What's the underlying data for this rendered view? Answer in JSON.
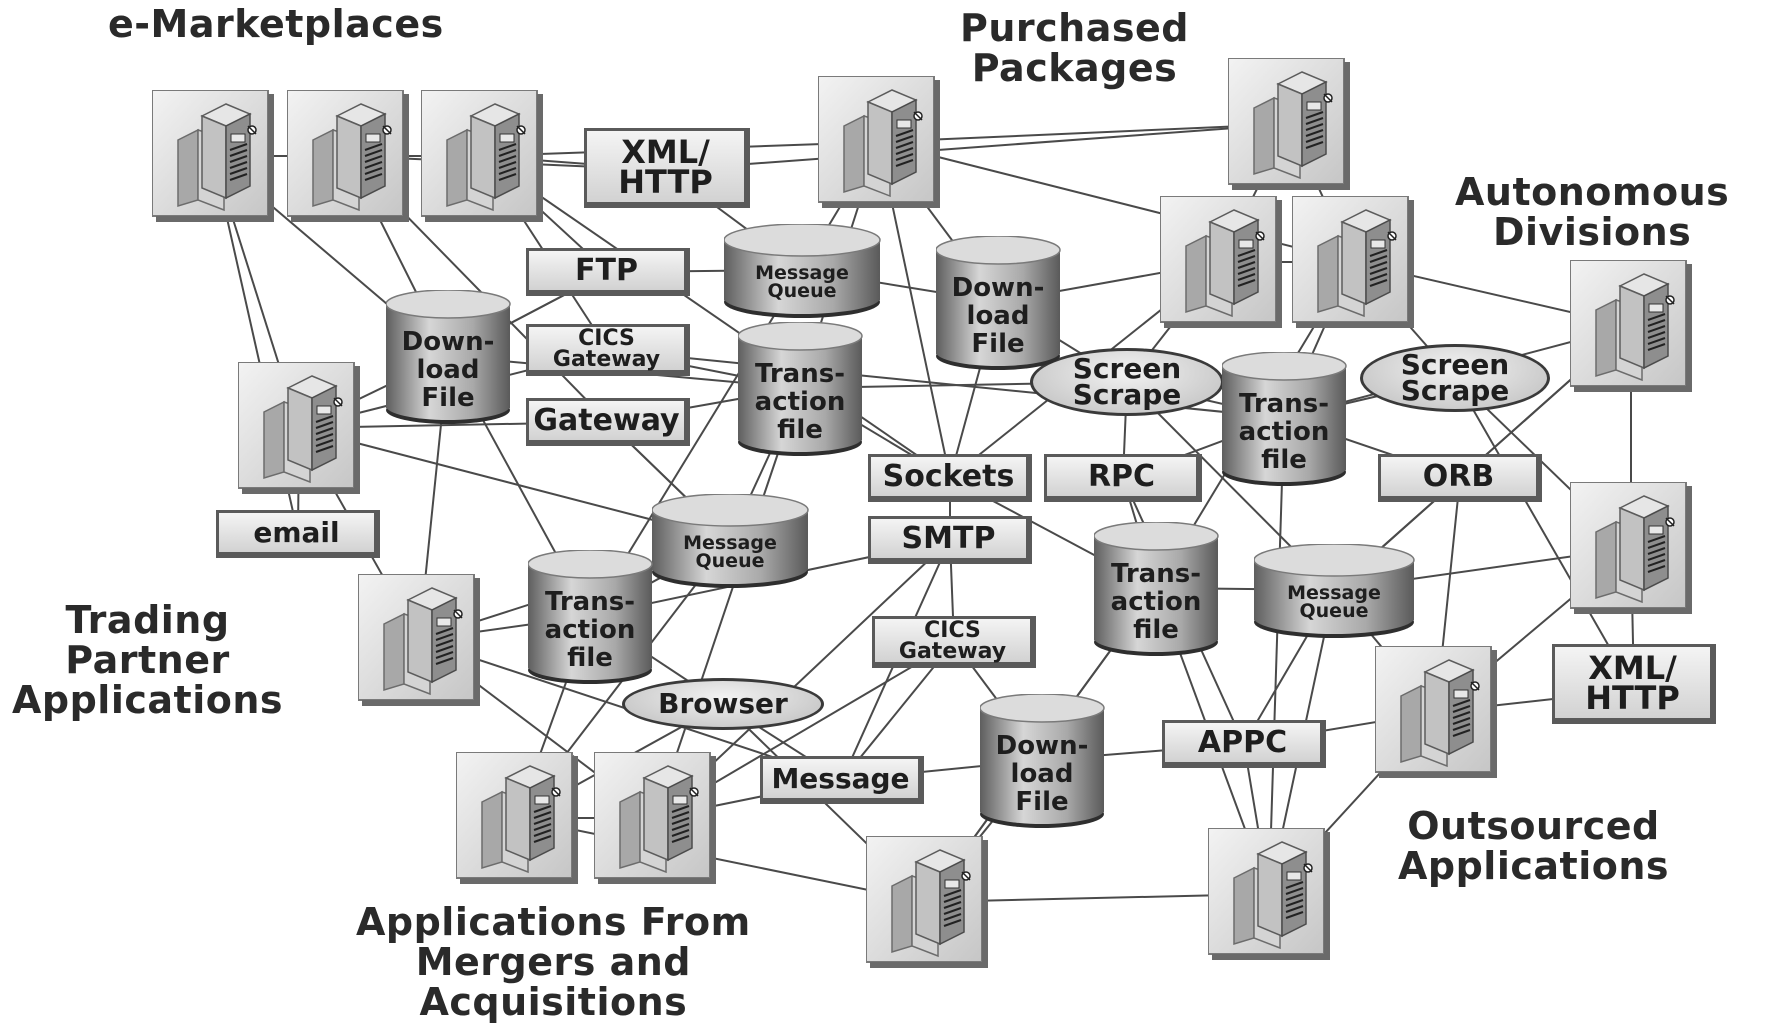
{
  "groups": {
    "e_marketplaces": "e-Marketplaces",
    "purchased_packages": "Purchased\nPackages",
    "autonomous_divisions": "Autonomous\nDivisions",
    "trading_partner": "Trading\nPartner\nApplications",
    "outsourced": "Outsourced\nApplications",
    "mergers": "Applications From\nMergers and\nAcquisitions"
  },
  "protocols": {
    "xml_http_top": "XML/\nHTTP",
    "ftp": "FTP",
    "cics_gateway_top": "CICS\nGateway",
    "gateway": "Gateway",
    "email": "email",
    "sockets": "Sockets",
    "smtp": "SMTP",
    "cics_gateway_mid": "CICS\nGateway",
    "rpc": "RPC",
    "orb": "ORB",
    "message": "Message",
    "appc": "APPC",
    "xml_http_right": "XML/\nHTTP"
  },
  "ellipses": {
    "screen_scrape_1": "Screen\nScrape",
    "screen_scrape_2": "Screen\nScrape",
    "browser": "Browser"
  },
  "stores": {
    "message_queue_top": "Message\nQueue",
    "download_file_top": "Down-\nload\nFile",
    "download_file_left": "Down-\nload\nFile",
    "transaction_file_top": "Trans-\naction\nfile",
    "transaction_file_right": "Trans-\naction\nfile",
    "message_queue_mid": "Message\nQueue",
    "transaction_file_left": "Trans-\naction\nfile",
    "transaction_file_center": "Trans-\naction\nfile",
    "message_queue_right": "Message\nQueue",
    "download_file_bottom": "Down-\nload\nFile"
  }
}
